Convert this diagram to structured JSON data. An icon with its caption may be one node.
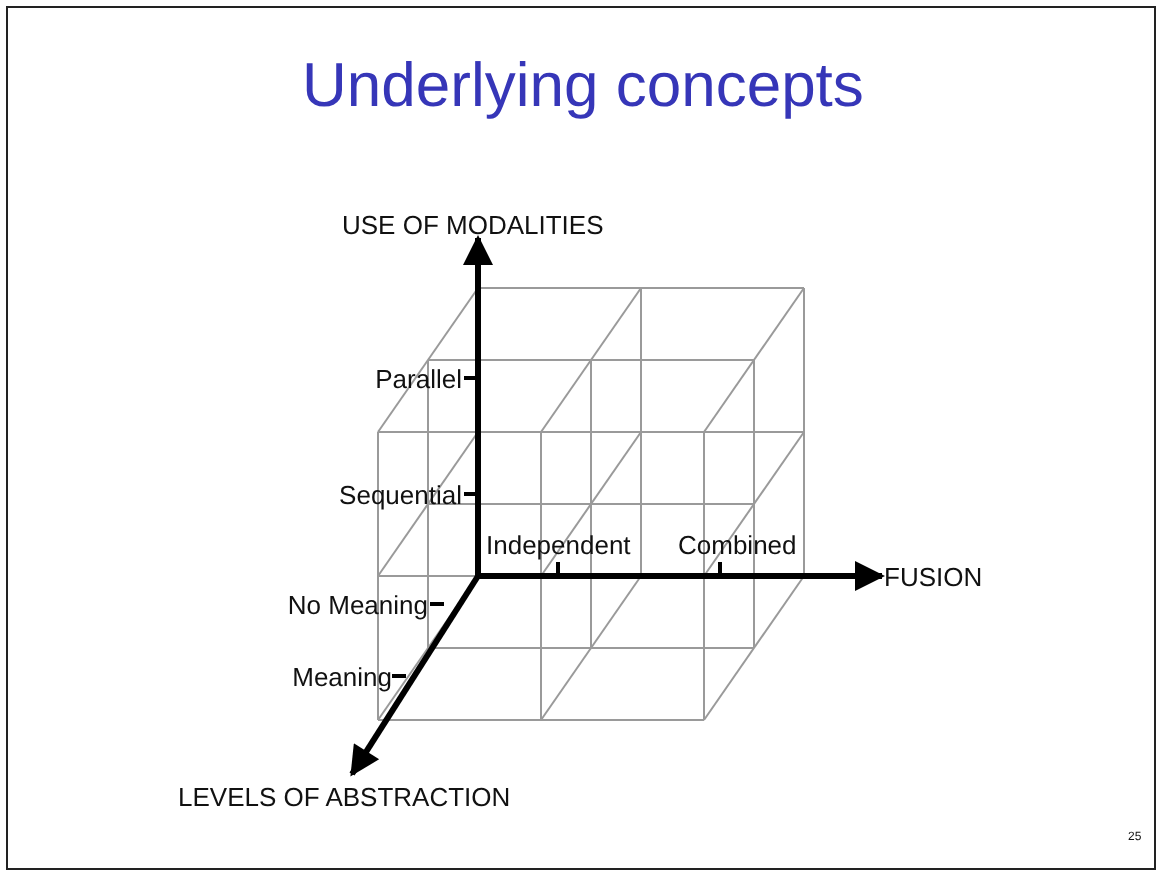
{
  "diagram": {
    "title": "Underlying concepts",
    "labels": [
      "USE OF MODALITIES",
      "Parallel",
      "Sequential",
      "Independent",
      "Combined",
      "FUSION",
      "No Meaning",
      "Meaning",
      "LEVELS OF ABSTRACTION",
      "25"
    ]
  }
}
